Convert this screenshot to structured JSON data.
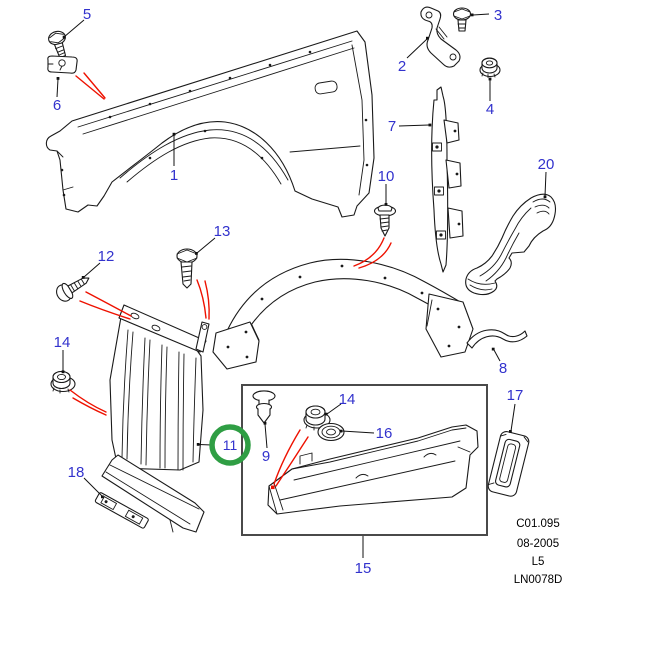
{
  "diagram": {
    "callouts": {
      "c1": {
        "label": "1"
      },
      "c2": {
        "label": "2"
      },
      "c3": {
        "label": "3"
      },
      "c4": {
        "label": "4"
      },
      "c5": {
        "label": "5"
      },
      "c6": {
        "label": "6"
      },
      "c7": {
        "label": "7"
      },
      "c8": {
        "label": "8"
      },
      "c9": {
        "label": "9"
      },
      "c10": {
        "label": "10"
      },
      "c11": {
        "label": "11"
      },
      "c12": {
        "label": "12"
      },
      "c13": {
        "label": "13"
      },
      "c14a": {
        "label": "14"
      },
      "c14b": {
        "label": "14"
      },
      "c15": {
        "label": "15"
      },
      "c16": {
        "label": "16"
      },
      "c17": {
        "label": "17"
      },
      "c18": {
        "label": "18"
      },
      "c20": {
        "label": "20"
      }
    },
    "highlight": {
      "callout": "11",
      "color": "#2f9e44"
    },
    "colors": {
      "callout_text": "#3232cd",
      "leader_line": "#111111",
      "red_leader": "#ee1100",
      "inset_box_border": "#4a4a4a",
      "background": "#ffffff"
    },
    "footer": {
      "catalog_code": "C01.095",
      "date": "08-2005",
      "page": "L5",
      "drawing_no": "LN0078D"
    }
  }
}
